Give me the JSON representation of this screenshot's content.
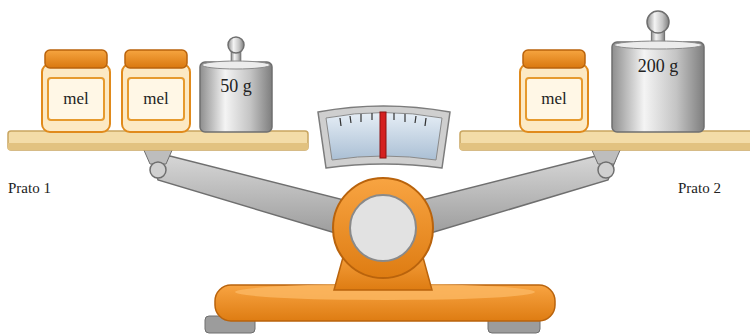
{
  "diagram": {
    "nodes": [
      {
        "text": [
          "mel"
        ]
      },
      {
        "text": [
          "mel"
        ]
      },
      {
        "text": [
          "50 g"
        ]
      },
      {
        "text": [
          "mel"
        ]
      },
      {
        "text": [
          "200 g"
        ]
      }
    ],
    "labels": [
      "Prato 1",
      "Prato 2"
    ]
  }
}
